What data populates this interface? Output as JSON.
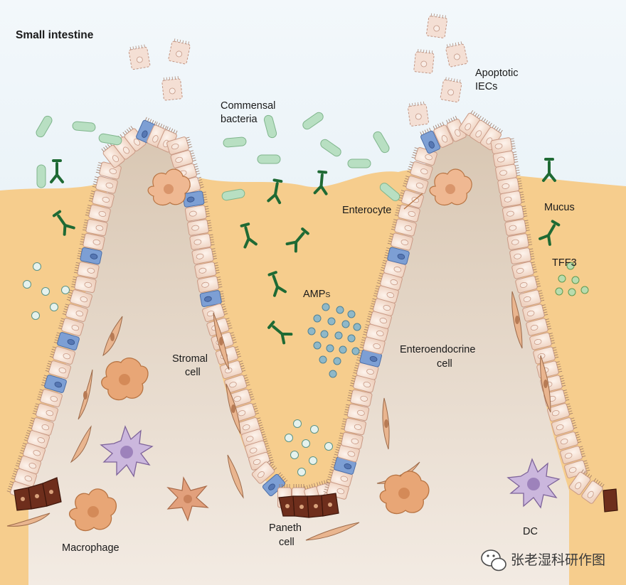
{
  "title": "Small intestine",
  "labels": {
    "apoptotic": [
      "Apoptotic",
      "IECs"
    ],
    "commensal": [
      "Commensal",
      "bacteria"
    ],
    "enterocyte": "Enterocyte",
    "mucus": "Mucus",
    "tff3": "TFF3",
    "amps": "AMPs",
    "enteroendocrine": [
      "Enteroendocrine",
      "cell"
    ],
    "stromal": [
      "Stromal",
      "cell"
    ],
    "paneth": [
      "Paneth",
      "cell"
    ],
    "macrophage": "Macrophage",
    "dc": "DC"
  },
  "watermark": "张老湿科研作图",
  "icons": {
    "watermark": "wechat-icon"
  },
  "colors": {
    "lumen": "#e3eef5",
    "mucus": "#f6cd8d",
    "lamina": "#e8d8c4",
    "cell": "#f5e2d6",
    "cell_border": "#c99a86",
    "enteroendocrine": "#7d9fd4",
    "paneth": "#6e2e1c",
    "bacteria": "#b8dfc2",
    "antibody": "#1f6a34",
    "amp": "#8fb8c8",
    "macrophage": "#e8a676",
    "dc": "#cbb7dd"
  }
}
